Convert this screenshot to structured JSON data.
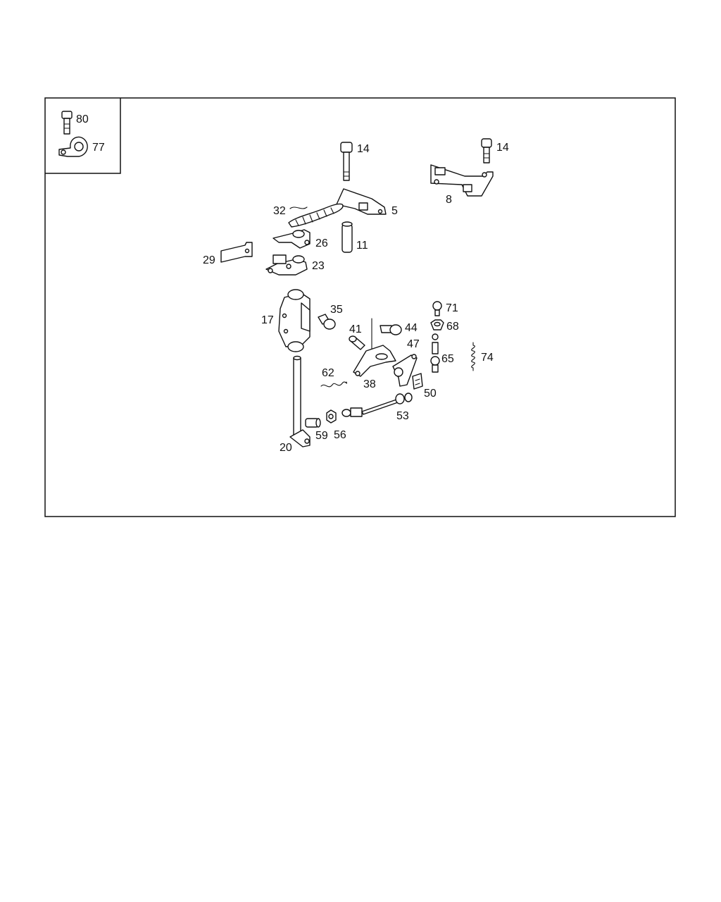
{
  "parts": [
    {
      "id": "p80",
      "number": "80",
      "icon": "cap-screw-icon"
    },
    {
      "id": "p77",
      "number": "77",
      "icon": "p-clamp-icon"
    },
    {
      "id": "p14a",
      "number": "14",
      "icon": "long-bolt-icon"
    },
    {
      "id": "p14b",
      "number": "14",
      "icon": "short-bolt-icon"
    },
    {
      "id": "p5",
      "number": "5",
      "icon": "bracket-icon"
    },
    {
      "id": "p8",
      "number": "8",
      "icon": "bracket-icon"
    },
    {
      "id": "p32",
      "number": "32",
      "icon": "cable-clip-icon"
    },
    {
      "id": "p26",
      "number": "26",
      "icon": "lever-icon"
    },
    {
      "id": "p11",
      "number": "11",
      "icon": "sleeve-icon"
    },
    {
      "id": "p29",
      "number": "29",
      "icon": "plate-icon"
    },
    {
      "id": "p23",
      "number": "23",
      "icon": "lever-icon"
    },
    {
      "id": "p17",
      "number": "17",
      "icon": "bearing-bracket-icon"
    },
    {
      "id": "p35",
      "number": "35",
      "icon": "bolt-icon"
    },
    {
      "id": "p41",
      "number": "41",
      "icon": "bushing-icon"
    },
    {
      "id": "p44",
      "number": "44",
      "icon": "bolt-icon"
    },
    {
      "id": "p71",
      "number": "71",
      "icon": "ball-stud-icon"
    },
    {
      "id": "p68",
      "number": "68",
      "icon": "nut-icon"
    },
    {
      "id": "p47",
      "number": "47",
      "icon": "lever-icon"
    },
    {
      "id": "p74",
      "number": "74",
      "icon": "spring-icon"
    },
    {
      "id": "p65",
      "number": "65",
      "icon": "ball-joint-icon"
    },
    {
      "id": "p62",
      "number": "62",
      "icon": "spring-icon"
    },
    {
      "id": "p38",
      "number": "38",
      "icon": "lever-icon"
    },
    {
      "id": "p50",
      "number": "50",
      "icon": "clip-icon"
    },
    {
      "id": "p53",
      "number": "53",
      "icon": "rod-icon"
    },
    {
      "id": "p59",
      "number": "59",
      "icon": "bushing-icon"
    },
    {
      "id": "p56",
      "number": "56",
      "icon": "nut-icon"
    },
    {
      "id": "p20",
      "number": "20",
      "icon": "shaft-icon"
    }
  ]
}
